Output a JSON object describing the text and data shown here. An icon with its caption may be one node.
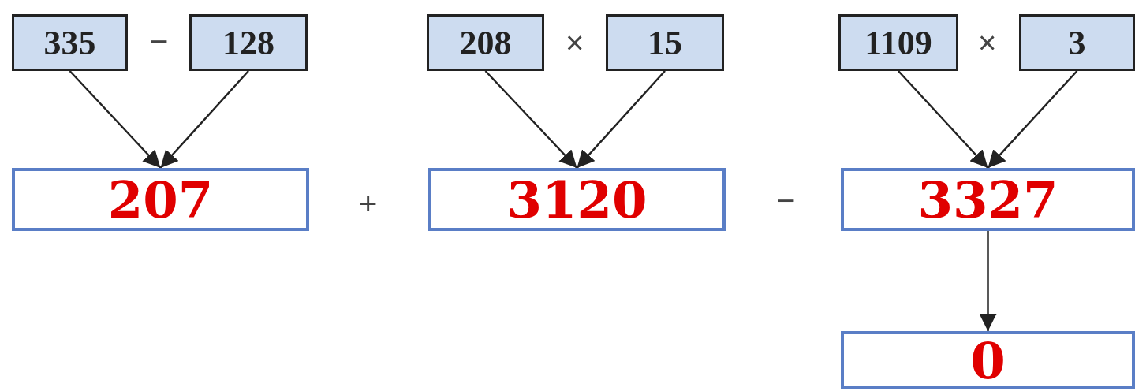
{
  "diagram": {
    "nodes": [
      {
        "text": [
          "335"
        ]
      },
      {
        "text": [
          "128"
        ]
      },
      {
        "text": [
          "208"
        ]
      },
      {
        "text": [
          "15"
        ]
      },
      {
        "text": [
          "1109"
        ]
      },
      {
        "text": [
          "3"
        ]
      },
      {
        "text": [
          "207"
        ]
      },
      {
        "text": [
          "3120"
        ]
      },
      {
        "text": [
          "3327"
        ]
      },
      {
        "text": [
          "0"
        ]
      }
    ],
    "edges": [
      {
        "from": 0,
        "to": 6,
        "arrow": "to"
      },
      {
        "from": 1,
        "to": 6,
        "arrow": "to"
      },
      {
        "from": 2,
        "to": 7,
        "arrow": "to"
      },
      {
        "from": 3,
        "to": 7,
        "arrow": "to"
      },
      {
        "from": 4,
        "to": 8,
        "arrow": "to"
      },
      {
        "from": 5,
        "to": 8,
        "arrow": "to"
      },
      {
        "from": 8,
        "to": 9,
        "arrow": "to"
      }
    ],
    "labels": [
      "−",
      "×",
      "×",
      "+",
      "−"
    ]
  }
}
